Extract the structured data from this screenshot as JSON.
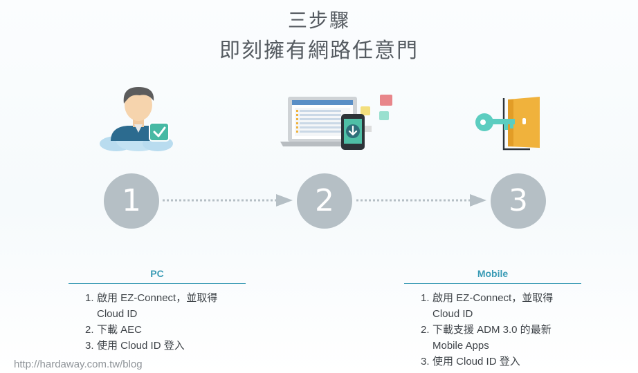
{
  "title": {
    "line1": "三步驟",
    "line2": "即刻擁有網路任意門"
  },
  "steps": [
    {
      "number": "1",
      "icon": "user-cloud-check-icon"
    },
    {
      "number": "2",
      "icon": "laptop-phone-download-icon"
    },
    {
      "number": "3",
      "icon": "key-door-icon"
    }
  ],
  "pc": {
    "heading": "PC",
    "items": [
      {
        "num": "1.",
        "lines": [
          "啟用 EZ-Connect，並取得",
          "Cloud ID"
        ]
      },
      {
        "num": "2.",
        "lines": [
          "下載 AEC"
        ]
      },
      {
        "num": "3.",
        "lines": [
          "使用 Cloud ID 登入"
        ]
      }
    ]
  },
  "mobile": {
    "heading": "Mobile",
    "items": [
      {
        "num": "1.",
        "lines": [
          "啟用 EZ-Connect，並取得",
          "Cloud ID"
        ]
      },
      {
        "num": "2.",
        "lines": [
          "下載支援 ADM 3.0 的最新",
          "Mobile Apps"
        ]
      },
      {
        "num": "3.",
        "lines": [
          "使用 Cloud ID 登入"
        ]
      }
    ]
  },
  "watermark": "http://hardaway.com.tw/blog",
  "colors": {
    "accent": "#3a9bb5",
    "circle": "#b5bfc5",
    "door": "#f0b23c",
    "key": "#5ccdc0"
  }
}
